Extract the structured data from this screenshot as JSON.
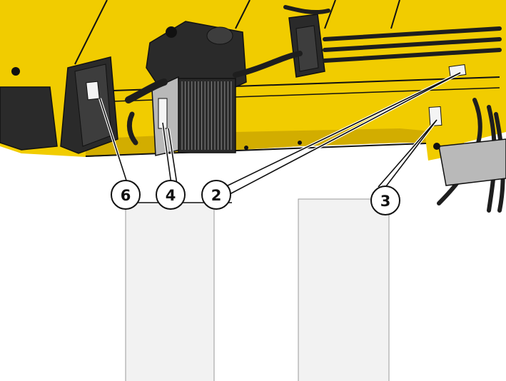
{
  "colors": {
    "machine_yellow": "#f1cc00",
    "machine_yellow_shade": "#d2ad00",
    "outline": "#111111",
    "component_dark": "#2a2a2a",
    "component_mid": "#3d3d3d",
    "decal_white": "#f4f4f4",
    "panel_fill": "#f2f2f2",
    "panel_line": "#9a9a9a",
    "metal_gray": "#b9b9b9"
  },
  "callouts": [
    {
      "id": "callout-6",
      "label": "6"
    },
    {
      "id": "callout-4",
      "label": "4"
    },
    {
      "id": "callout-2",
      "label": "2"
    },
    {
      "id": "callout-3",
      "label": "3"
    }
  ]
}
